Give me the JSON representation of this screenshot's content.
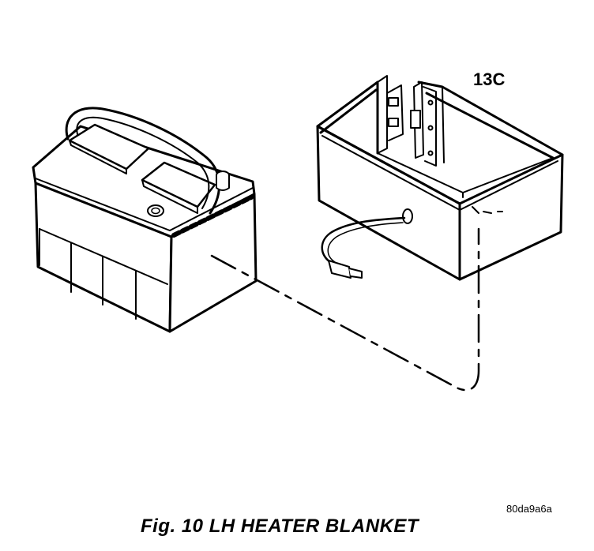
{
  "diagram": {
    "section_code": "13C",
    "figure_id": "80da9a6a",
    "caption": "Fig. 10 LH HEATER BLANKET"
  }
}
